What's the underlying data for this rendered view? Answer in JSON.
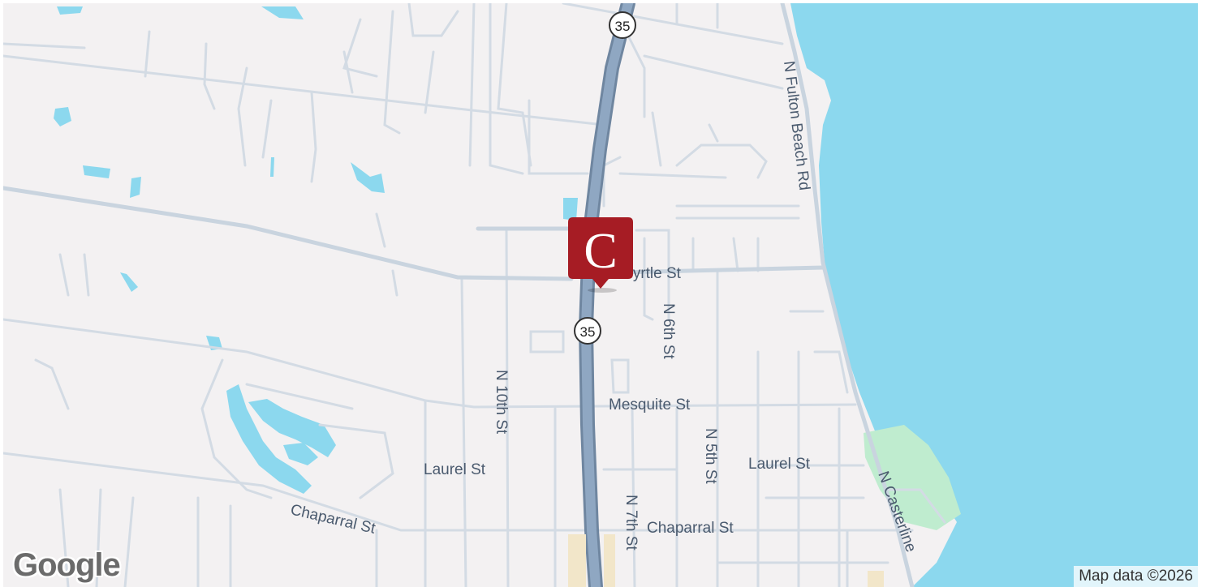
{
  "map": {
    "attribution": "Map data ©2026",
    "logo": "Google",
    "highway_shield": "35",
    "marker": {
      "letter": "C",
      "color": "#a61c24",
      "icon": "location-pin-icon"
    },
    "streets": {
      "myrtle": "Myrtle St",
      "mesquite": "Mesquite St",
      "laurel_west": "Laurel St",
      "laurel_east": "Laurel St",
      "chaparral_west": "Chaparral St",
      "chaparral_east": "Chaparral St",
      "n10th": "N 10th St",
      "n7th": "N 7th St",
      "n6th": "N 6th St",
      "n5th": "N 5th St",
      "fulton": "N Fulton Beach Rd",
      "casterline": "N Casterline"
    },
    "colors": {
      "water": "#8cd8ee",
      "land": "#f3f1f2",
      "park": "#bfeccf",
      "highway": "#8fa7c2",
      "road": "#d3dbe4"
    }
  }
}
